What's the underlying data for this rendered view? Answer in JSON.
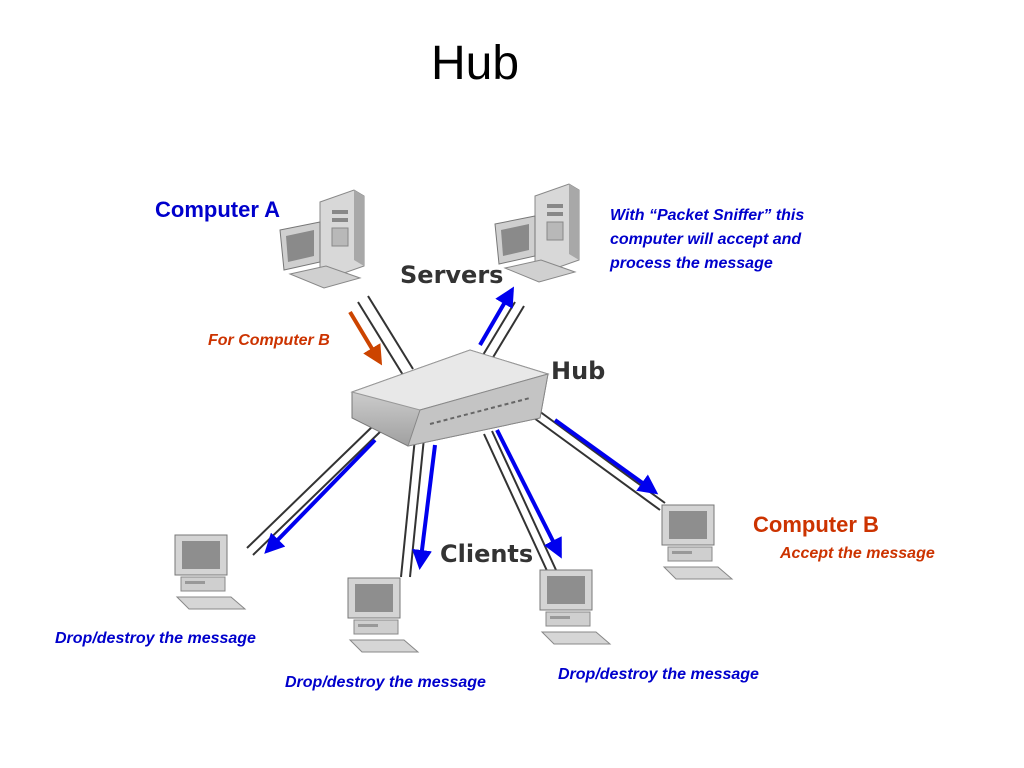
{
  "title": "Hub",
  "labels": {
    "computer_a": "Computer A",
    "computer_b": "Computer B",
    "servers": "Servers",
    "hub": "Hub",
    "clients": "Clients",
    "for_computer_b": "For Computer B",
    "sniffer_note": "With “Packet Sniffer” this computer will accept and process the message",
    "accept_message": "Accept the message",
    "drop_left": "Drop/destroy the message",
    "drop_center": "Drop/destroy the message",
    "drop_right": "Drop/destroy the message"
  },
  "colors": {
    "blue_text": "#0000cc",
    "orange_text": "#cc3300",
    "arrow_blue": "#0000ee",
    "arrow_orange": "#cc4400"
  },
  "icons": [
    "server-computer-icon",
    "hub-device-icon",
    "client-computer-icon"
  ]
}
